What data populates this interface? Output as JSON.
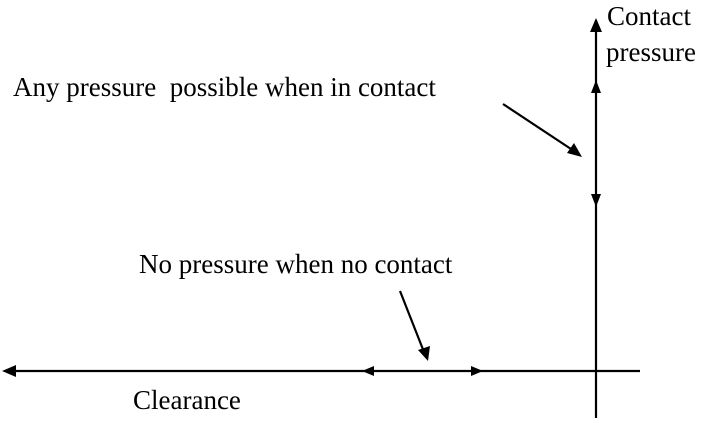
{
  "labels": {
    "y_axis_line1": "Contact",
    "y_axis_line2": "pressure",
    "x_axis": "Clearance",
    "annotation_contact": "Any pressure  possible when in contact",
    "annotation_no_contact": "No pressure when no contact"
  },
  "colors": {
    "ink": "#000000",
    "background": "#ffffff"
  }
}
